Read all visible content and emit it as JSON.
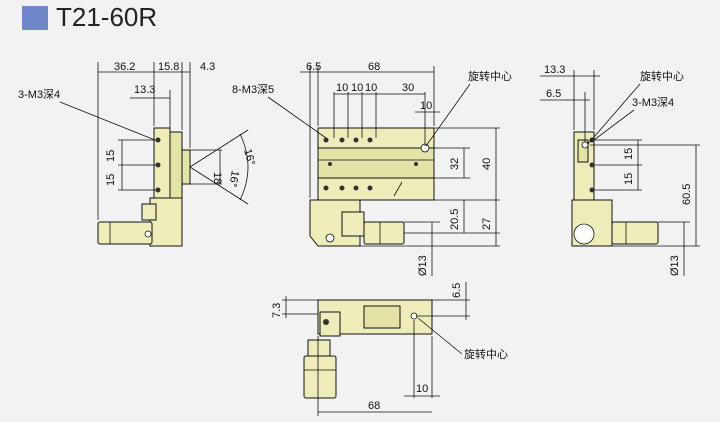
{
  "title": "T21-60R",
  "colors": {
    "accent": "#6f86c9",
    "part_fill": "#eeedb9",
    "background": "#f2f2f2"
  },
  "side_view": {
    "dims_top": [
      "36.2",
      "15.8",
      "4.3"
    ],
    "dim_13_3": "13.3",
    "label_holes": "3-M3深4",
    "dims_left": [
      "15",
      "15"
    ],
    "dim_18": "18",
    "angle_upper": "16°",
    "angle_lower": "16°"
  },
  "front_view": {
    "dim_6_5": "6.5",
    "dim_68": "68",
    "label_holes": "8-M3深5",
    "label_center": "旋转中心",
    "dims_pitch": [
      "10",
      "10",
      "10"
    ],
    "dim_30": "30",
    "dim_10": "10",
    "dim_32": "32",
    "dim_40": "40",
    "dim_20_5": "20.5",
    "dim_27": "27",
    "dim_phi13": "Ø13"
  },
  "right_view": {
    "dim_13_3": "13.3",
    "dim_6_5": "6.5",
    "label_center": "旋转中心",
    "label_holes": "3-M3深4",
    "dims_right": [
      "15",
      "15"
    ],
    "dim_60_5": "60.5",
    "dim_phi13": "Ø13"
  },
  "top_view": {
    "dim_7_3": "7.3",
    "dim_6_5": "6.5",
    "label_center": "旋转中心",
    "dim_10": "10",
    "dim_68": "68"
  }
}
